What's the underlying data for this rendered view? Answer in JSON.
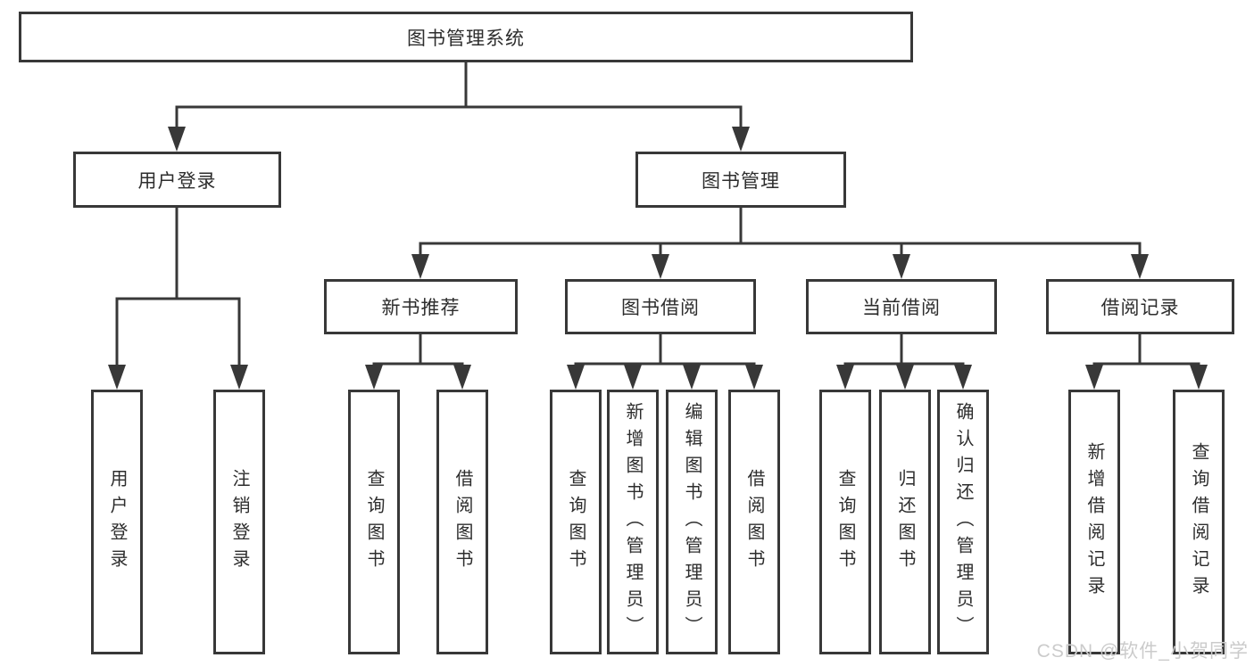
{
  "diagram": {
    "title": "图书管理系统",
    "level2": {
      "user_login": "用户登录",
      "book_management": "图书管理"
    },
    "level3": {
      "new_book_recommend": "新书推荐",
      "book_borrow": "图书借阅",
      "current_borrow": "当前借阅",
      "borrow_records": "借阅记录"
    },
    "leaves": {
      "user_login": "用户登录",
      "logout": "注销登录",
      "recommend_query_books": "查询图书",
      "recommend_borrow_books": "借阅图书",
      "borrow_query_books": "查询图书",
      "borrow_add_books": "新增图书（管理员）",
      "borrow_edit_books": "编辑图书（管理员）",
      "borrow_borrow_books": "借阅图书",
      "current_query_books": "查询图书",
      "current_return_books": "归还图书",
      "current_confirm_return": "确认归还（管理员）",
      "records_add": "新增借阅记录",
      "records_query": "查询借阅记录"
    }
  },
  "watermark": "CSDN @软件_小贺同学",
  "colors": {
    "line": "#383838",
    "text": "#2d2d2d",
    "watermark": "#cbcbcb",
    "background": "#ffffff"
  }
}
